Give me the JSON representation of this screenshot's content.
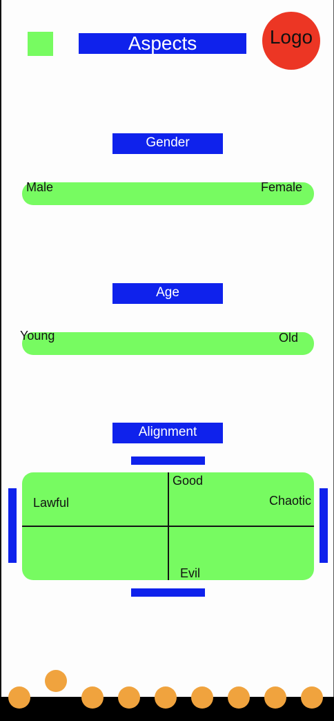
{
  "header": {
    "title": "Aspects",
    "logo_text": "Logo"
  },
  "gender": {
    "label": "Gender",
    "left": "Male",
    "right": "Female"
  },
  "age": {
    "label": "Age",
    "left": "Young",
    "right": "Old"
  },
  "alignment": {
    "label": "Alignment",
    "good": "Good",
    "evil": "Evil",
    "lawful": "Lawful",
    "chaotic": "Chaotic"
  },
  "colors": {
    "accent_blue": "#0f22ec",
    "slider_green": "#77fb61",
    "logo_red": "#ec3624",
    "dot_orange": "#f0a33e"
  },
  "icons": {
    "menu": "menu-square-icon",
    "logo": "logo-circle"
  }
}
